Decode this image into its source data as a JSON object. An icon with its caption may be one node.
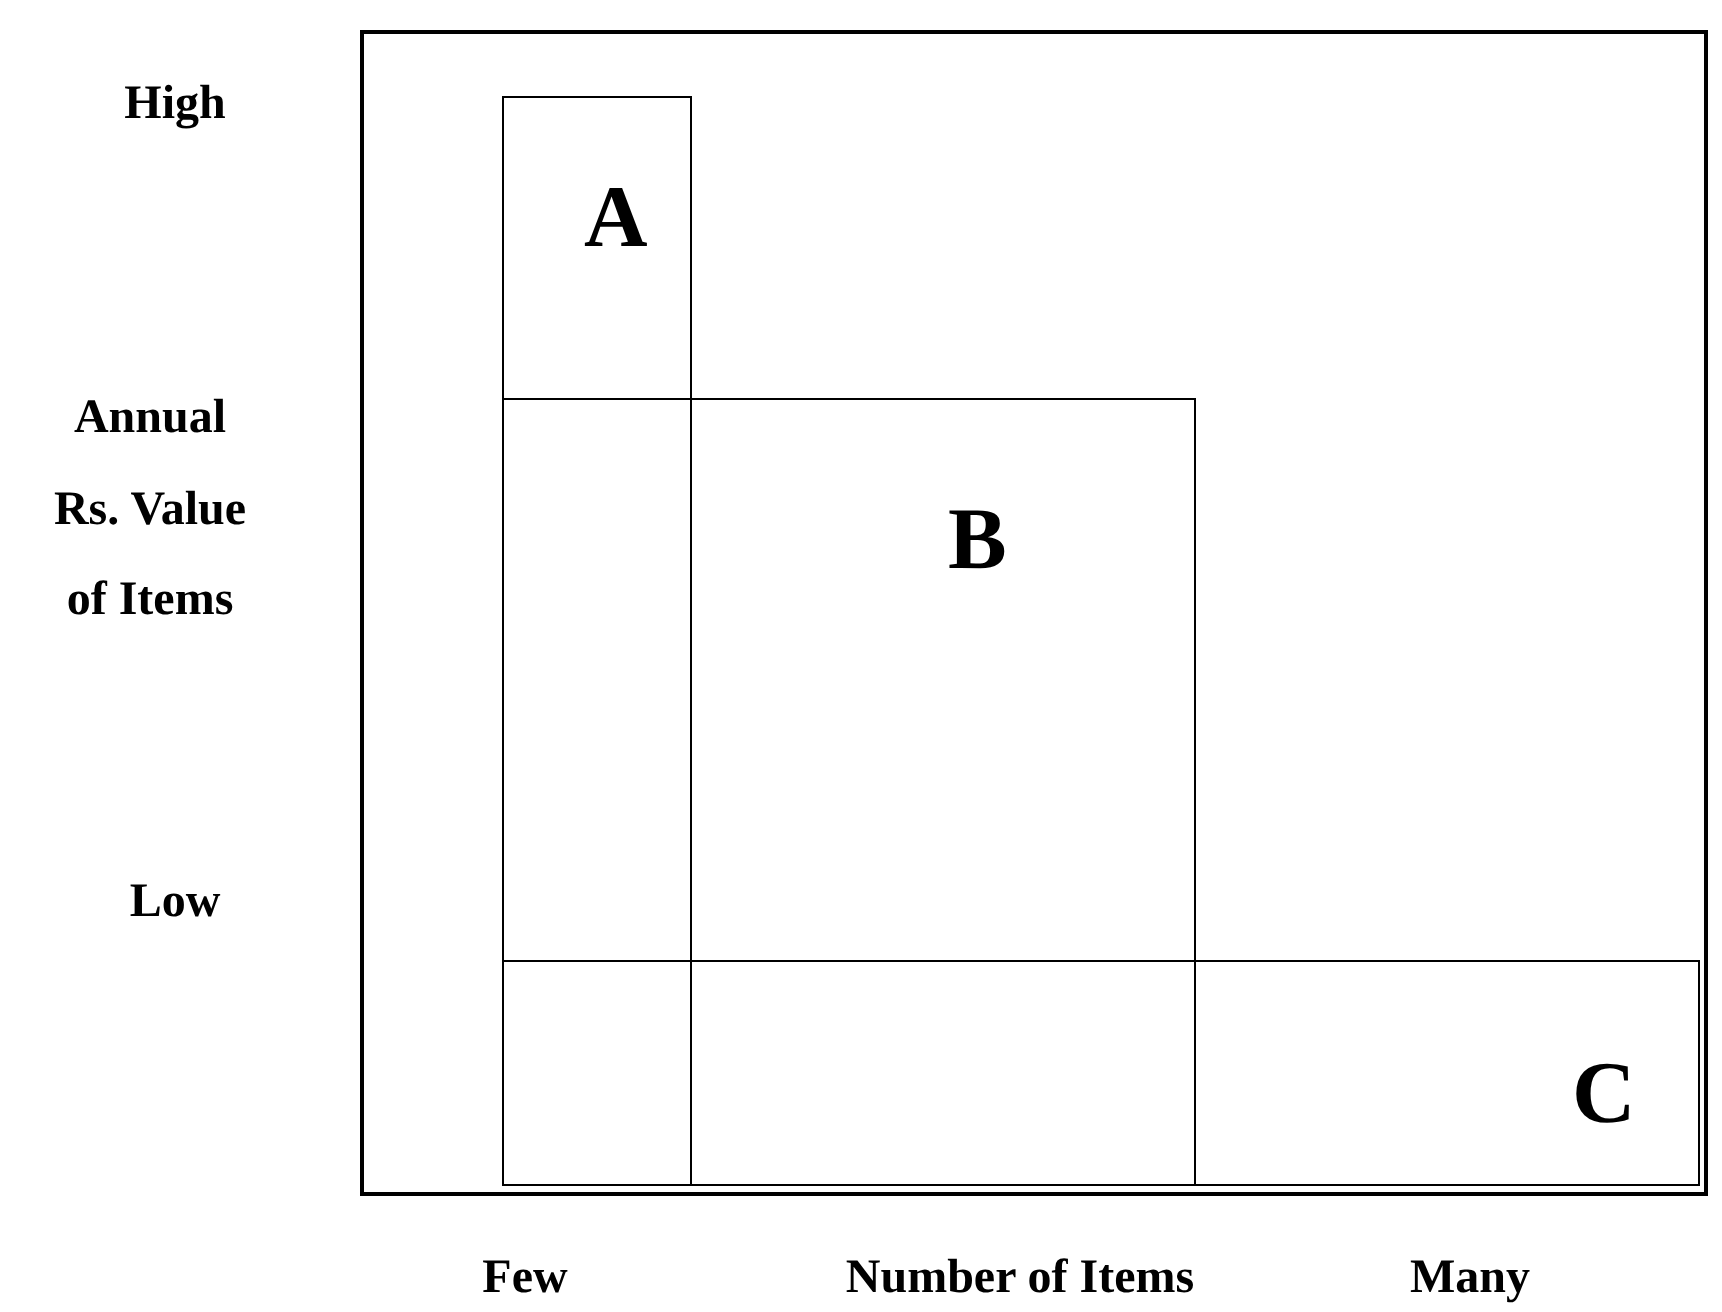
{
  "diagram": {
    "nodes": [
      {
        "text": [
          "A"
        ]
      },
      {
        "text": [],
        "shape": "box"
      },
      {
        "text": [],
        "shape": "box"
      },
      {
        "text": [
          "B"
        ]
      },
      {
        "text": [],
        "shape": "box"
      },
      {
        "text": [
          "C"
        ]
      }
    ],
    "labels": [
      "High",
      "Annual Rs. Value of Items",
      "Low",
      "Few",
      "Number of Items",
      "Many"
    ]
  }
}
